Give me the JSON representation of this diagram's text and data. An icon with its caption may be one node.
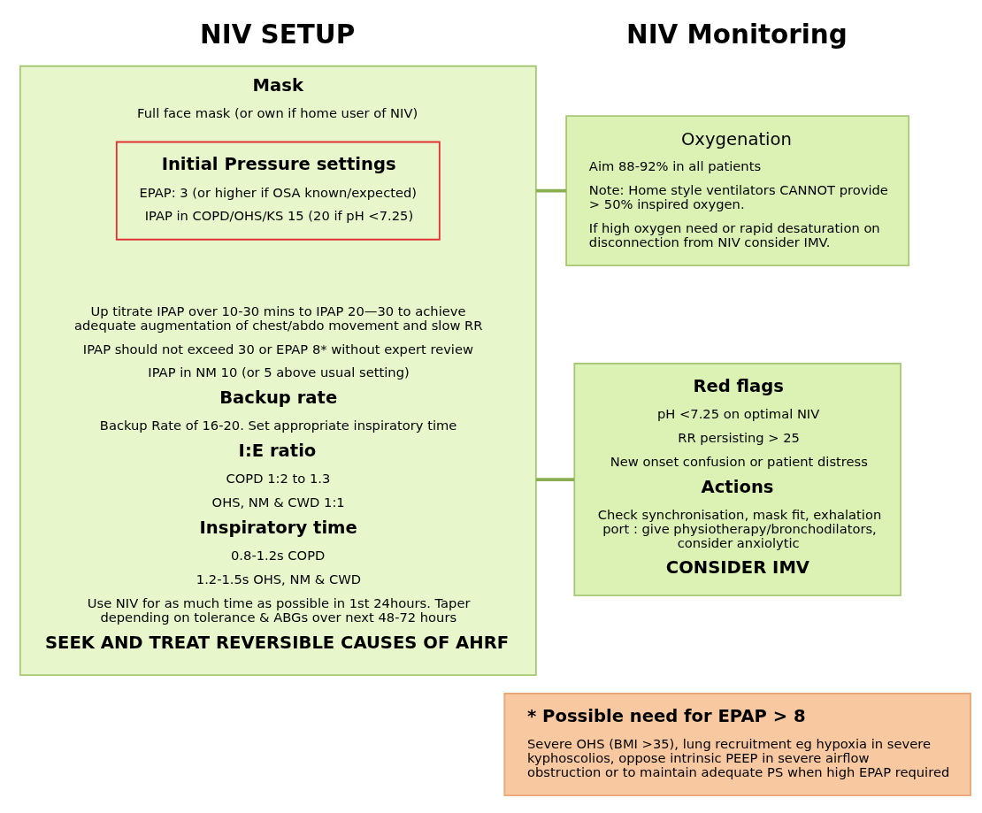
{
  "diagram": {
    "nodes": [
      {
        "text": [
          "Mask",
          "Full face mask (or own if home user of NIV)",
          "Up titrate IPAP over 10-30 mins to IPAP 20—30 to achieve adequate augmentation of chest/abdo movement and slow RR",
          "IPAP should not exceed 30 or EPAP 8* without expert review",
          "IPAP in NM 10 (or 5 above usual setting)",
          "Backup rate",
          "Backup Rate of 16-20. Set appropriate inspiratory time",
          "I:E ratio",
          "COPD 1:2 to 1.3",
          "OHS, NM & CWD 1:1",
          "Inspiratory time",
          "0.8-1.2s COPD",
          "1.2-1.5s OHS, NM & CWD",
          "Use NIV for as much time as possible in 1st 24hours. Taper depending on tolerance & ABGs over next 48-72 hours",
          "SEEK AND TREAT REVERSIBLE CAUSES OF AHRF"
        ]
      },
      {
        "text": [
          "Initial Pressure settings",
          "EPAP: 3 (or higher if OSA known/expected)",
          "IPAP in COPD/OHS/KS 15 (20 if pH <7.25)"
        ],
        "in": 0
      },
      {
        "text": [
          "Oxygenation",
          "Aim 88-92% in all patients",
          "Note: Home style ventilators CANNOT provide > 50% inspired oxygen.",
          "If high oxygen need or rapid desaturation on disconnection from NIV consider IMV."
        ]
      },
      {
        "text": [
          "Red flags",
          "pH <7.25 on optimal NIV",
          "RR persisting > 25",
          "New onset confusion or patient distress",
          "Actions",
          "Check synchronisation, mask fit, exhalation port : give physiotherapy/bronchodilators, consider anxiolytic",
          "CONSIDER IMV"
        ]
      },
      {
        "text": [
          "* Possible need for EPAP > 8",
          "Severe OHS (BMI >35), lung recruitment eg hypoxia in severe kyphoscolios, oppose intrinsic PEEP in severe airflow obstruction or to maintain adequate PS when high EPAP required"
        ]
      }
    ],
    "edges": [
      {
        "from": 0,
        "to": 2,
        "arrow": "none"
      },
      {
        "from": 0,
        "to": 3,
        "arrow": "none"
      }
    ],
    "labels": [
      "NIV SETUP",
      "NIV Monitoring"
    ]
  }
}
